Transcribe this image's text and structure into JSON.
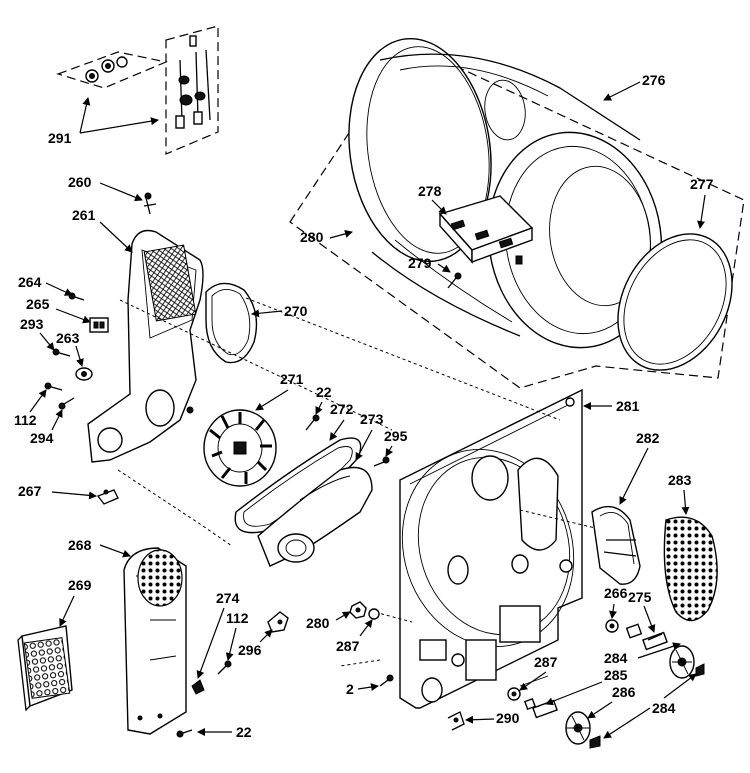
{
  "callouts": {
    "c291": "291",
    "c260": "260",
    "c261": "261",
    "c264": "264",
    "c265": "265",
    "c293": "293",
    "c263": "263",
    "c112a": "112",
    "c294": "294",
    "c267": "267",
    "c268": "268",
    "c269": "269",
    "c274": "274",
    "c112b": "112",
    "c296": "296",
    "c22a": "22",
    "c270": "270",
    "c271": "271",
    "c22b": "22",
    "c272": "272",
    "c273": "273",
    "c295": "295",
    "c276": "276",
    "c277": "277",
    "c278": "278",
    "c279": "279",
    "c280a": "280",
    "c281": "281",
    "c282": "282",
    "c283": "283",
    "c266": "266",
    "c275": "275",
    "c280b": "280",
    "c287a": "287",
    "c287b": "287",
    "c284a": "284",
    "c285": "285",
    "c286": "286",
    "c284b": "284",
    "c2": "2",
    "c290": "290"
  }
}
